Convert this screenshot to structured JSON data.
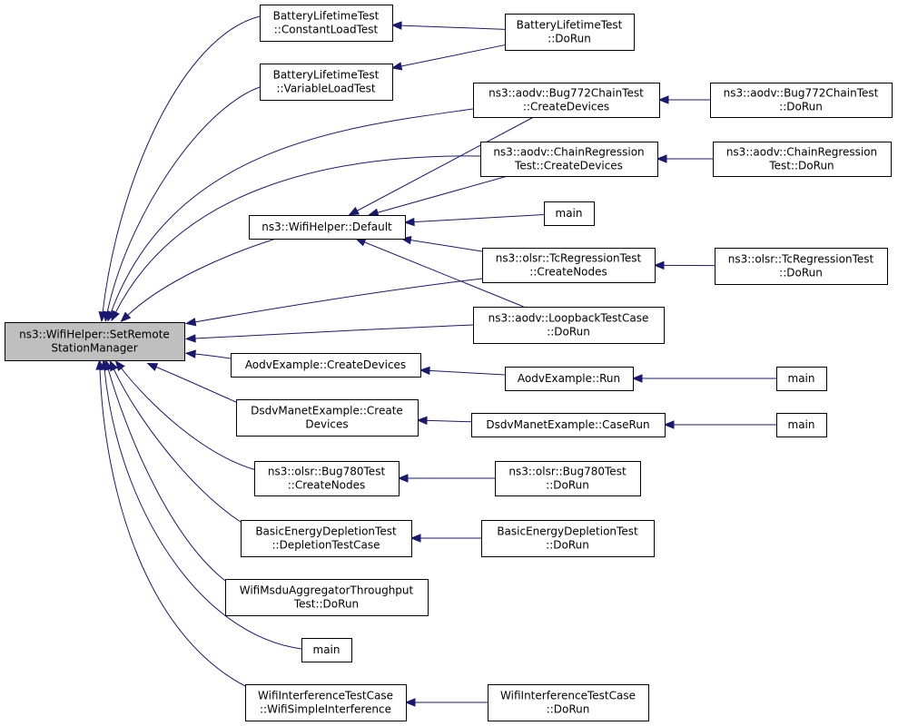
{
  "graph": {
    "nodes": [
      {
        "id": "root",
        "lines": [
          "ns3::WifiHelper::SetRemote",
          "StationManager"
        ]
      },
      {
        "id": "blt_const",
        "lines": [
          "BatteryLifetimeTest",
          "::ConstantLoadTest"
        ]
      },
      {
        "id": "blt_var",
        "lines": [
          "BatteryLifetimeTest",
          "::VariableLoadTest"
        ]
      },
      {
        "id": "blt_dorun",
        "lines": [
          "BatteryLifetimeTest",
          "::DoRun"
        ]
      },
      {
        "id": "bug772_cd",
        "lines": [
          "ns3::aodv::Bug772ChainTest",
          "::CreateDevices"
        ]
      },
      {
        "id": "bug772_dorun",
        "lines": [
          "ns3::aodv::Bug772ChainTest",
          "::DoRun"
        ]
      },
      {
        "id": "chain_cd",
        "lines": [
          "ns3::aodv::ChainRegression",
          "Test::CreateDevices"
        ]
      },
      {
        "id": "chain_dorun",
        "lines": [
          "ns3::aodv::ChainRegression",
          "Test::DoRun"
        ]
      },
      {
        "id": "wifi_default",
        "lines": [
          "ns3::WifiHelper::Default"
        ]
      },
      {
        "id": "main1",
        "lines": [
          "main"
        ]
      },
      {
        "id": "tc_cn",
        "lines": [
          "ns3::olsr::TcRegressionTest",
          "::CreateNodes"
        ]
      },
      {
        "id": "tc_dorun",
        "lines": [
          "ns3::olsr::TcRegressionTest",
          "::DoRun"
        ]
      },
      {
        "id": "loopback",
        "lines": [
          "ns3::aodv::LoopbackTestCase",
          "::DoRun"
        ]
      },
      {
        "id": "aodv_cd",
        "lines": [
          "AodvExample::CreateDevices"
        ]
      },
      {
        "id": "aodv_run",
        "lines": [
          "AodvExample::Run"
        ]
      },
      {
        "id": "main2",
        "lines": [
          "main"
        ]
      },
      {
        "id": "dsdv_cd",
        "lines": [
          "DsdvManetExample::Create",
          "Devices"
        ]
      },
      {
        "id": "dsdv_caserun",
        "lines": [
          "DsdvManetExample::CaseRun"
        ]
      },
      {
        "id": "main3",
        "lines": [
          "main"
        ]
      },
      {
        "id": "bug780_cn",
        "lines": [
          "ns3::olsr::Bug780Test",
          "::CreateNodes"
        ]
      },
      {
        "id": "bug780_dorun",
        "lines": [
          "ns3::olsr::Bug780Test",
          "::DoRun"
        ]
      },
      {
        "id": "bed_dtc",
        "lines": [
          "BasicEnergyDepletionTest",
          "::DepletionTestCase"
        ]
      },
      {
        "id": "bed_dorun",
        "lines": [
          "BasicEnergyDepletionTest",
          "::DoRun"
        ]
      },
      {
        "id": "msdu",
        "lines": [
          "WifiMsduAggregatorThroughput",
          "Test::DoRun"
        ]
      },
      {
        "id": "main4",
        "lines": [
          "main"
        ]
      },
      {
        "id": "wit_wsi",
        "lines": [
          "WifiInterferenceTestCase",
          "::WifiSimpleInterference"
        ]
      },
      {
        "id": "wit_dorun",
        "lines": [
          "WifiInterferenceTestCase",
          "::DoRun"
        ]
      }
    ],
    "edges": [
      {
        "from": "blt_dorun",
        "to": "blt_const"
      },
      {
        "from": "blt_dorun",
        "to": "blt_var"
      },
      {
        "from": "bug772_dorun",
        "to": "bug772_cd"
      },
      {
        "from": "chain_dorun",
        "to": "chain_cd"
      },
      {
        "from": "tc_dorun",
        "to": "tc_cn"
      },
      {
        "from": "main1",
        "to": "wifi_default"
      },
      {
        "from": "bug772_cd",
        "to": "wifi_default"
      },
      {
        "from": "chain_cd",
        "to": "wifi_default"
      },
      {
        "from": "tc_cn",
        "to": "wifi_default"
      },
      {
        "from": "loopback",
        "to": "wifi_default"
      },
      {
        "from": "aodv_run",
        "to": "aodv_cd"
      },
      {
        "from": "main2",
        "to": "aodv_run"
      },
      {
        "from": "dsdv_caserun",
        "to": "dsdv_cd"
      },
      {
        "from": "main3",
        "to": "dsdv_caserun"
      },
      {
        "from": "bug780_dorun",
        "to": "bug780_cn"
      },
      {
        "from": "bed_dorun",
        "to": "bed_dtc"
      },
      {
        "from": "wit_dorun",
        "to": "wit_wsi"
      },
      {
        "from": "blt_const",
        "to": "root"
      },
      {
        "from": "blt_var",
        "to": "root"
      },
      {
        "from": "bug772_cd",
        "to": "root"
      },
      {
        "from": "chain_cd",
        "to": "root"
      },
      {
        "from": "wifi_default",
        "to": "root"
      },
      {
        "from": "tc_cn",
        "to": "root"
      },
      {
        "from": "loopback",
        "to": "root"
      },
      {
        "from": "aodv_cd",
        "to": "root"
      },
      {
        "from": "dsdv_cd",
        "to": "root"
      },
      {
        "from": "bug780_cn",
        "to": "root"
      },
      {
        "from": "bed_dtc",
        "to": "root"
      },
      {
        "from": "msdu",
        "to": "root"
      },
      {
        "from": "main4",
        "to": "root"
      },
      {
        "from": "wit_wsi",
        "to": "root"
      }
    ],
    "colors": {
      "edge": "#191970",
      "root_fill": "#bfbfbf",
      "node_fill": "#ffffff",
      "border": "#000000"
    }
  }
}
